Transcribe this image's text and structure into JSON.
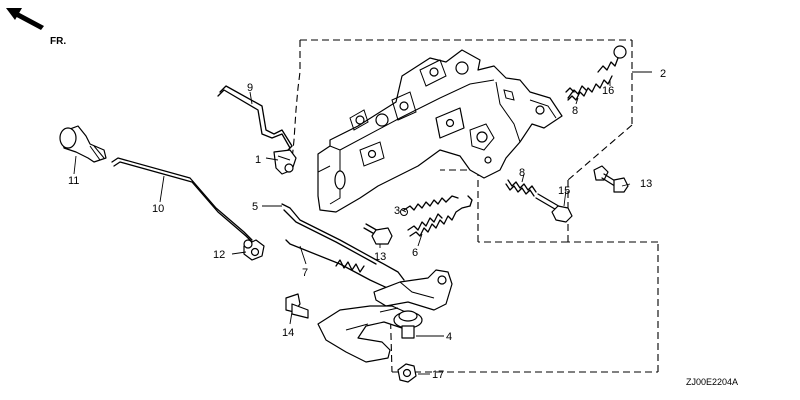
{
  "direction_indicator": {
    "text": "FR."
  },
  "callouts": {
    "c1": "1",
    "c2": "2",
    "c3": "3",
    "c4": "4",
    "c5": "5",
    "c6": "6",
    "c7": "7",
    "c8a": "8",
    "c8b": "8",
    "c9": "9",
    "c10": "10",
    "c11": "11",
    "c12": "12",
    "c13a": "13",
    "c13b": "13",
    "c14": "14",
    "c15": "15",
    "c16": "16",
    "c17": "17"
  },
  "diagram_code": "ZJ00E2204A"
}
